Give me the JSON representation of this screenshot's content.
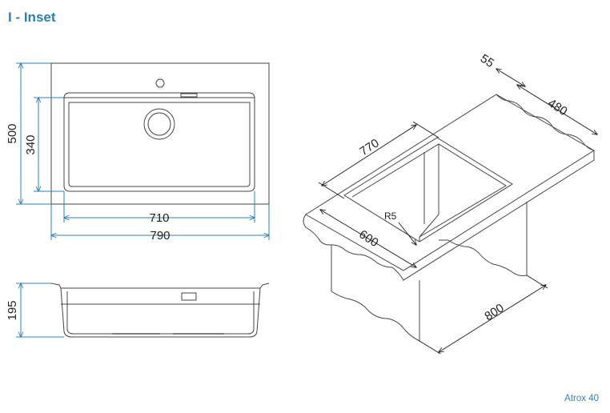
{
  "header": {
    "title": "I - Inset"
  },
  "footer": {
    "model": "Atrox 40"
  },
  "top_view": {
    "overall_width": "790",
    "bowl_width": "710",
    "overall_depth": "500",
    "bowl_depth": "340"
  },
  "side_view": {
    "height": "195"
  },
  "iso_view": {
    "countertop_depth": "600",
    "sink_length": "770",
    "rear_strip": "55",
    "rear_width": "480",
    "cabinet_width": "800",
    "corner_radius": "R5"
  },
  "colors": {
    "dimension_blue": "#2b7fb4",
    "line": "#444444"
  }
}
